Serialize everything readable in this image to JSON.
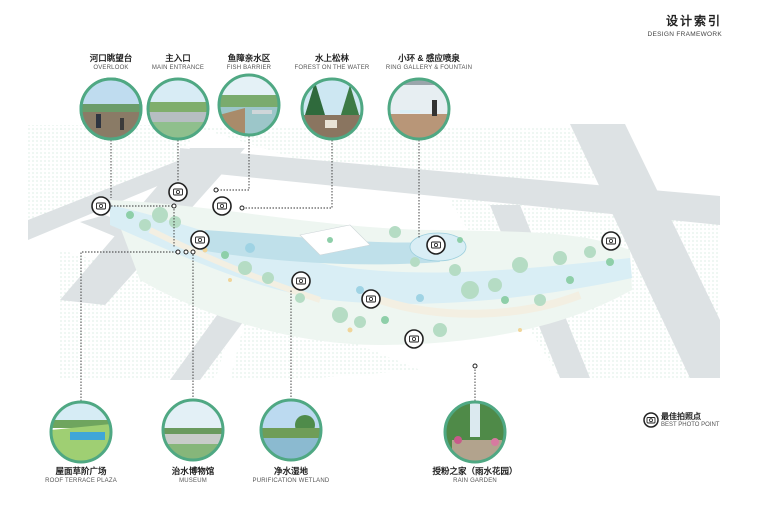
{
  "header": {
    "title_cn": "设计索引",
    "title_en": "DESIGN FRAMEWORK"
  },
  "colors": {
    "ring": "#4fa883",
    "water": "#d9eef5",
    "road": "#dde2e4",
    "green": "#b5dcc4",
    "dark_green": "#6fbf93",
    "paving": "#f3efe2",
    "leader": "#333333"
  },
  "top_spots": [
    {
      "cn": "河口眺望台",
      "en": "OVERLOOK"
    },
    {
      "cn": "主入口",
      "en": "MAIN ENTRANCE"
    },
    {
      "cn": "鱼障亲水区",
      "en": "FISH BARRIER"
    },
    {
      "cn": "水上松林",
      "en": "FOREST ON THE WATER"
    },
    {
      "cn": "小环 & 感应喷泉",
      "en": "RING GALLERY & FOUNTAIN"
    }
  ],
  "bottom_spots": [
    {
      "cn": "屋面草阶广场",
      "en": "ROOF TERRACE PLAZA"
    },
    {
      "cn": "治水博物馆",
      "en": "MUSEUM"
    },
    {
      "cn": "净水湿地",
      "en": "PURIFICATION WETLAND"
    },
    {
      "cn": "授粉之家（雨水花园）",
      "en": "RAIN GARDEN"
    }
  ],
  "legend": {
    "icon": "camera-icon",
    "cn": "最佳拍照点",
    "en": "BEST PHOTO POINT"
  }
}
